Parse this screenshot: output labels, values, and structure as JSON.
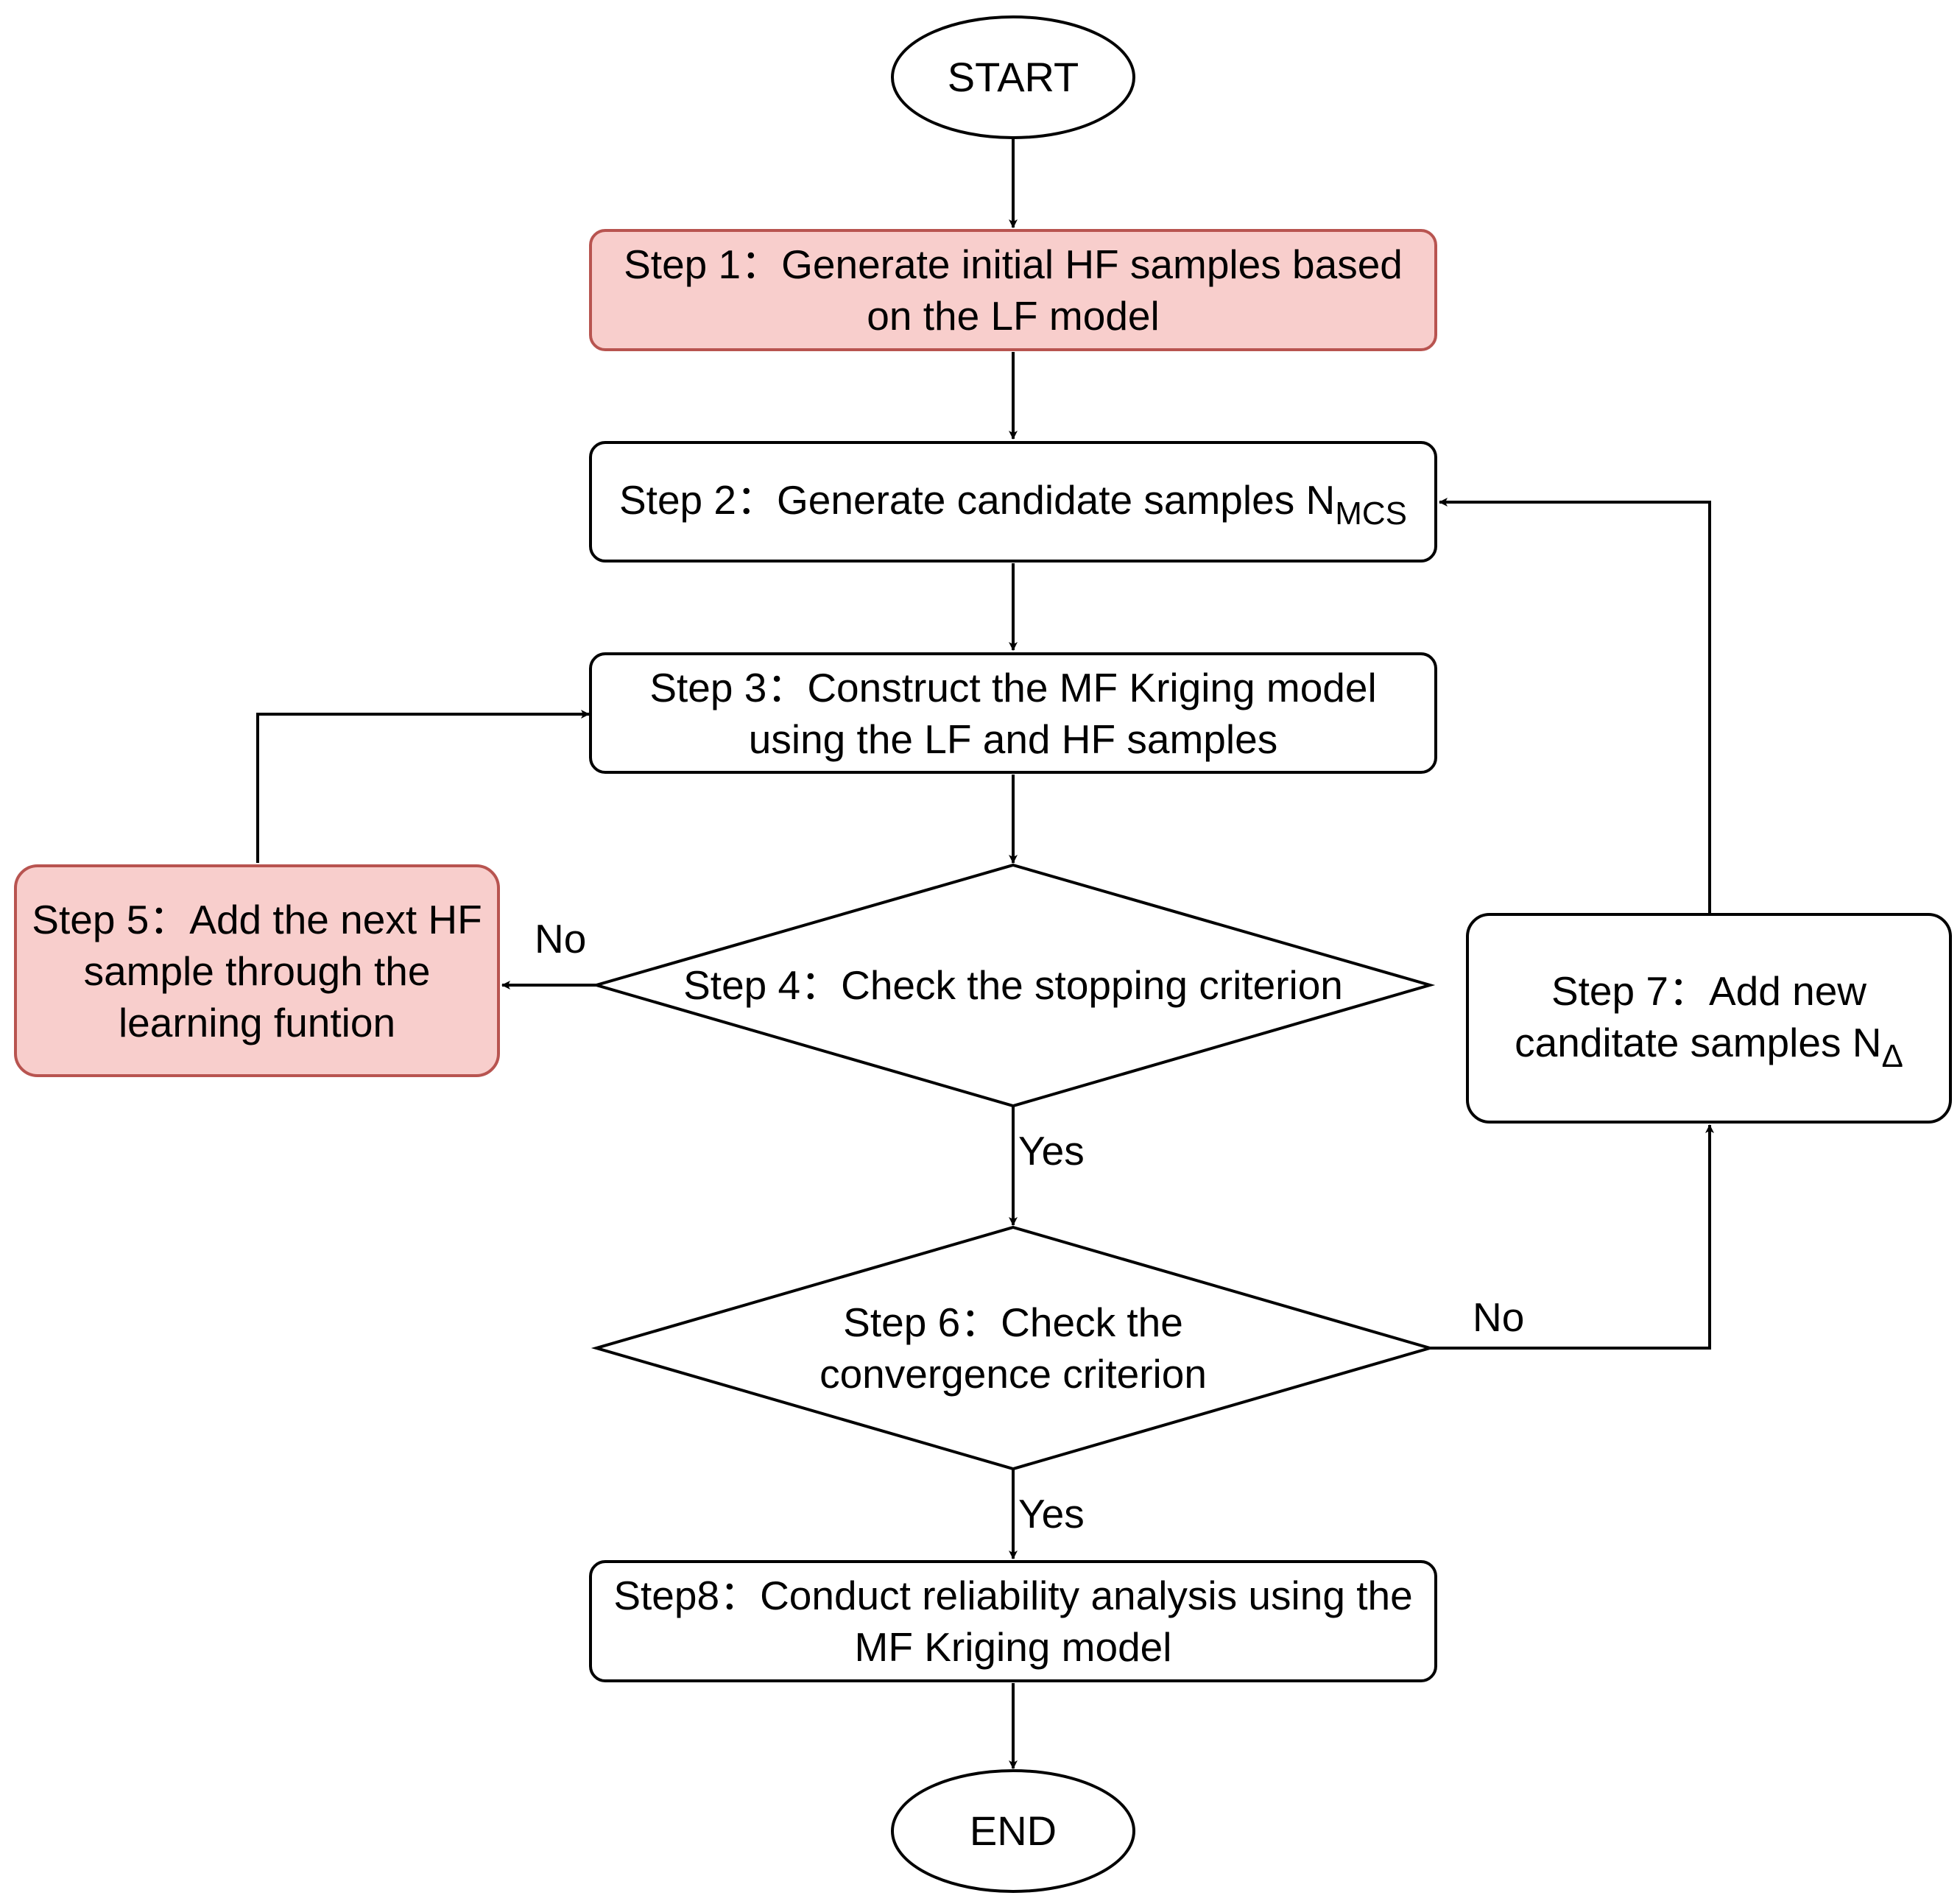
{
  "terminals": {
    "start": "START",
    "end": "END"
  },
  "steps": {
    "s1": {
      "line1": "Step 1：Generate initial HF samples based",
      "line2": "on the LF model"
    },
    "s2": {
      "text": "Step 2：Generate candidate samples N",
      "sub": "MCS"
    },
    "s3": {
      "line1": "Step 3：Construct the MF Kriging model",
      "line2": "using the LF and HF samples"
    },
    "s4": {
      "text": "Step 4：Check the stopping criterion"
    },
    "s5": {
      "line1": "Step 5：Add the next HF",
      "line2": "sample through the",
      "line3": "learning funtion"
    },
    "s6": {
      "line1": "Step 6：Check the",
      "line2": "convergence criterion"
    },
    "s7": {
      "line1": "Step 7：Add new",
      "line2": "canditate samples N",
      "sub": "Δ"
    },
    "s8": {
      "line1": "Step8：Conduct reliability analysis using the",
      "line2": "MF Kriging model"
    }
  },
  "edge_labels": {
    "s4_no": "No",
    "s4_yes": "Yes",
    "s6_no": "No",
    "s6_yes": "Yes"
  },
  "colors": {
    "highlight_fill": "#f8cecc",
    "highlight_stroke": "#b85450",
    "line": "#000000"
  }
}
